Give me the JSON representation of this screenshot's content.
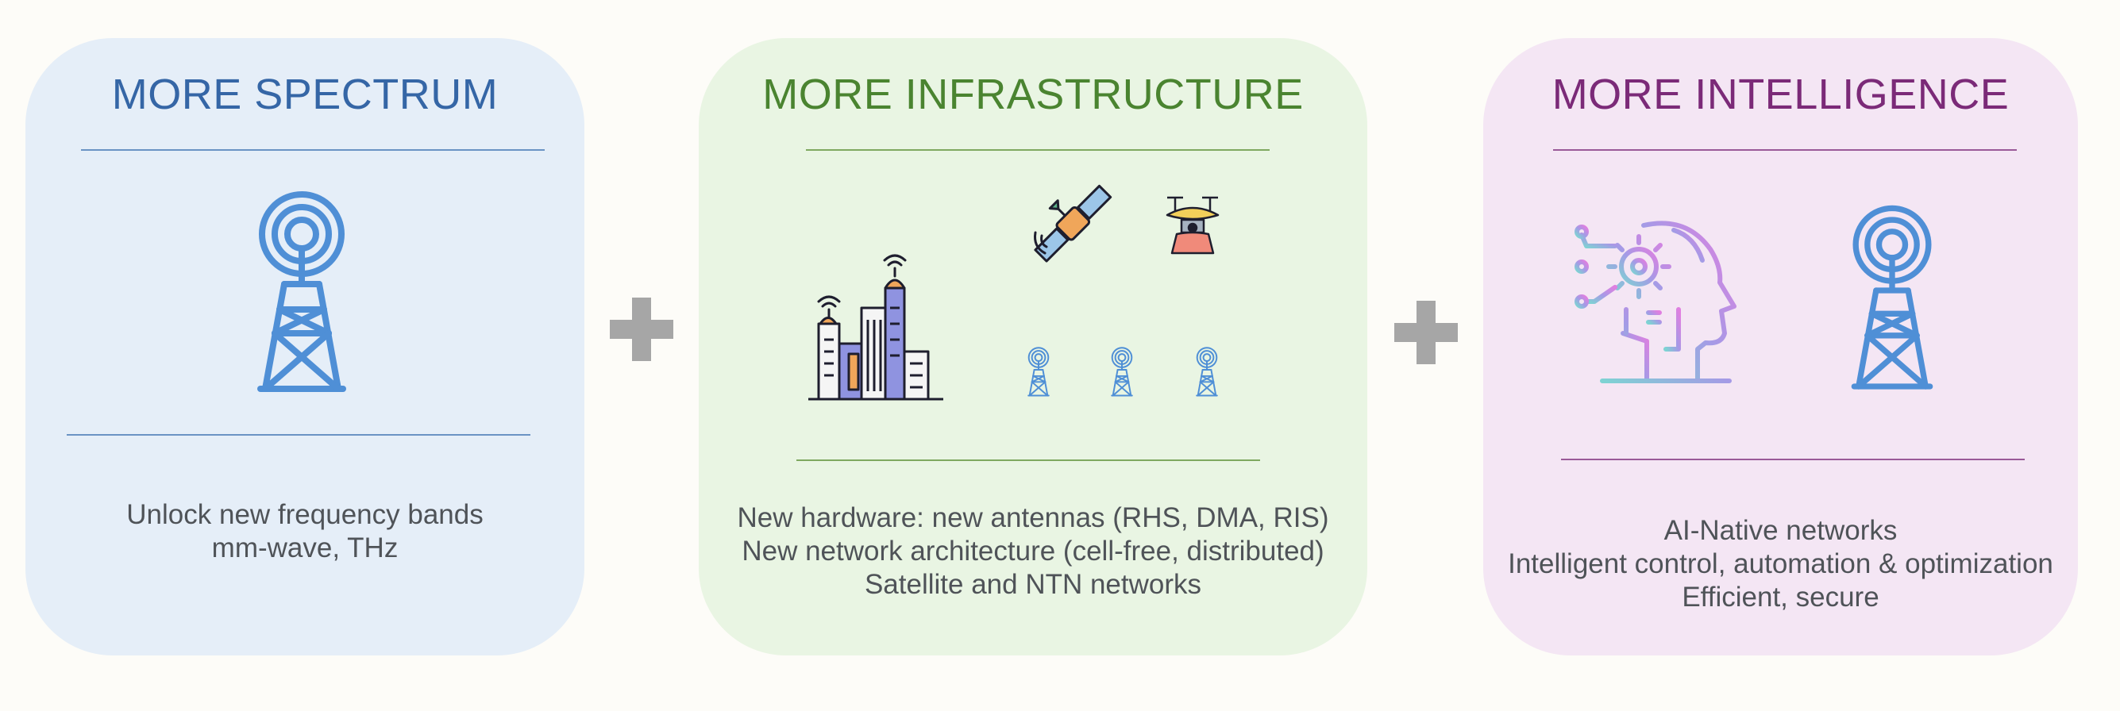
{
  "panels": [
    {
      "title": "MORE SPECTRUM",
      "lines": [
        "Unlock new frequency bands",
        "mm-wave, THz"
      ],
      "color": "#3566a6",
      "bg": "#e5eef8"
    },
    {
      "title": "MORE INFRASTRUCTURE",
      "lines": [
        "New hardware: new antennas (RHS, DMA, RIS)",
        "New network architecture (cell-free, distributed)",
        "Satellite and NTN networks"
      ],
      "color": "#4a8430",
      "bg": "#e9f5e3"
    },
    {
      "title": "MORE INTELLIGENCE",
      "lines": [
        "AI-Native networks",
        "Intelligent control, automation & optimization",
        "Efficient, secure"
      ],
      "color": "#7b2a78",
      "bg": "#f4e6f4"
    }
  ],
  "icons": {
    "panel1": [
      "antenna-tower-icon"
    ],
    "panel2": [
      "city-buildings-icon",
      "satellite-icon",
      "drone-icon",
      "small-cell-tower-icon"
    ],
    "panel3": [
      "ai-head-icon",
      "antenna-tower-icon"
    ],
    "operators": [
      "plus-icon"
    ]
  },
  "colors": {
    "icon_blue": "#4f8fd6",
    "plus_gray": "#a6a6a6"
  }
}
